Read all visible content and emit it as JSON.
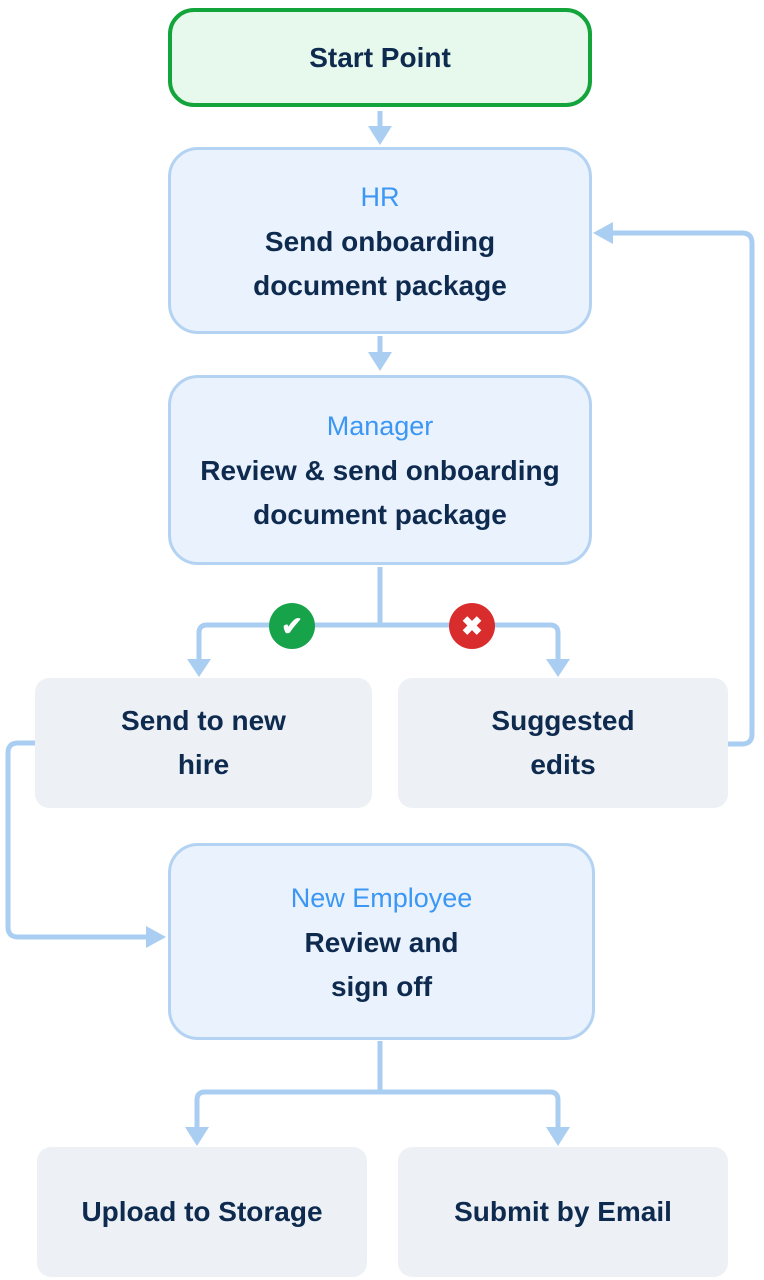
{
  "colors": {
    "connector": "#aacdf2",
    "node_fill": "#e9f2fd",
    "node_border": "#b4d3f2",
    "role_text": "#3b97f3",
    "body_text": "#0e2a4e",
    "start_fill": "#e6f9ec",
    "start_border": "#13a43c",
    "gray_fill": "#edf1f6",
    "approve_green": "#16a34a",
    "reject_red": "#d92d2d"
  },
  "nodes": {
    "start": {
      "label": "Start Point"
    },
    "hr": {
      "role": "HR",
      "lines": [
        "Send onboarding",
        "document package"
      ]
    },
    "manager": {
      "role": "Manager",
      "lines": [
        "Review & send onboarding",
        "document package"
      ]
    },
    "send_to_new_hire": {
      "lines": [
        "Send to new",
        "hire"
      ]
    },
    "suggested_edits": {
      "lines": [
        "Suggested",
        "edits"
      ]
    },
    "new_employee": {
      "role": "New Employee",
      "lines": [
        "Review and",
        "sign off"
      ]
    },
    "upload_to_storage": {
      "label": "Upload to Storage"
    },
    "submit_by_email": {
      "label": "Submit by Email"
    }
  },
  "icons": {
    "approve_glyph": "✔",
    "reject_glyph": "✖"
  }
}
